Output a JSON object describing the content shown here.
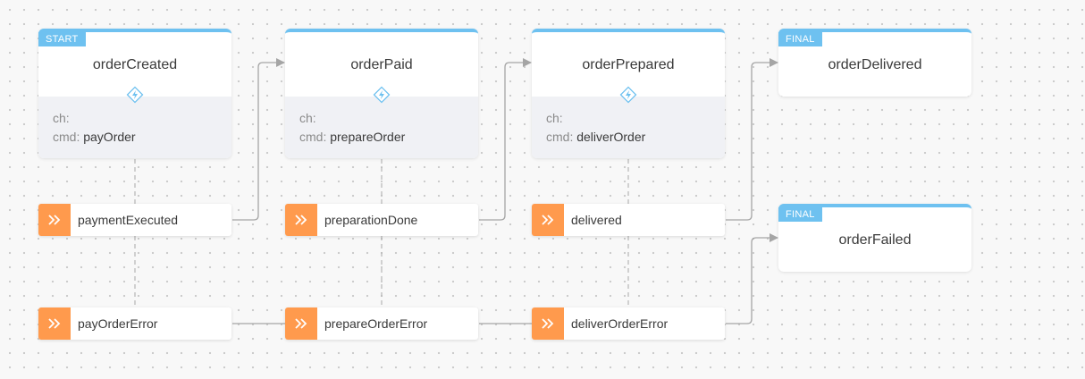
{
  "colors": {
    "state_accent": "#6ec1f0",
    "event_accent": "#ff9a4d",
    "edge": "#a5a5a5",
    "body_bg": "#f0f1f5"
  },
  "icons": {
    "action": "lightning-bolt-icon",
    "event": "double-chevron-right-icon"
  },
  "states": {
    "order_created": {
      "tag": "START",
      "title": "orderCreated",
      "ch_label": "ch:",
      "cmd_label": "cmd:",
      "cmd_value": "payOrder"
    },
    "order_paid": {
      "title": "orderPaid",
      "ch_label": "ch:",
      "cmd_label": "cmd:",
      "cmd_value": "prepareOrder"
    },
    "order_prepared": {
      "title": "orderPrepared",
      "ch_label": "ch:",
      "cmd_label": "cmd:",
      "cmd_value": "deliverOrder"
    },
    "order_delivered": {
      "tag": "FINAL",
      "title": "orderDelivered"
    },
    "order_failed": {
      "tag": "FINAL",
      "title": "orderFailed"
    }
  },
  "events": {
    "payment_executed": "paymentExecuted",
    "pay_order_error": "payOrderError",
    "preparation_done": "preparationDone",
    "prepare_order_error": "prepareOrderError",
    "delivered": "delivered",
    "deliver_order_error": "deliverOrderError"
  }
}
